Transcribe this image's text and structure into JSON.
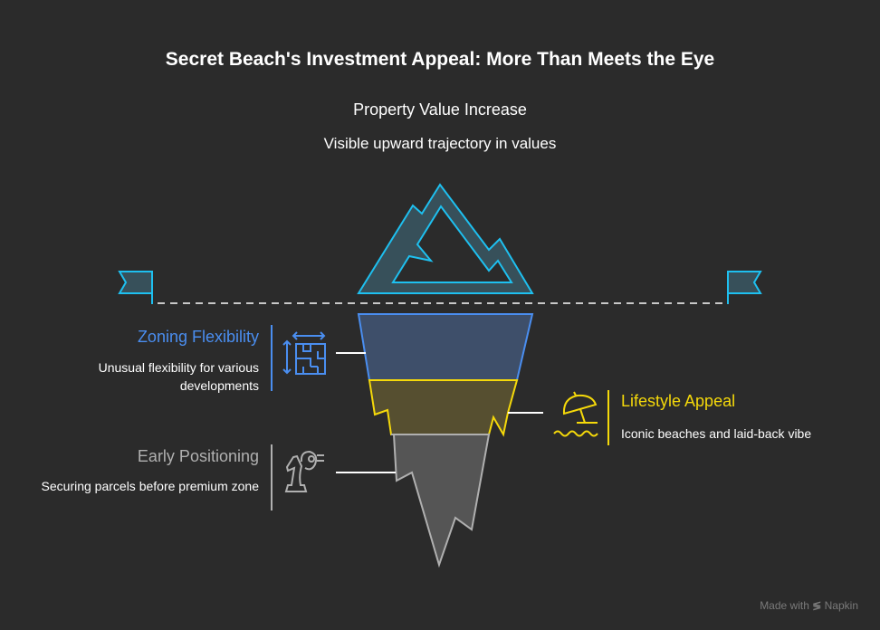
{
  "title": "Secret Beach's Investment Appeal: More Than Meets the Eye",
  "top": {
    "heading": "Property Value Increase",
    "description": "Visible upward trajectory in values",
    "color": "#1ec0f0"
  },
  "layers": [
    {
      "heading": "Zoning Flexibility",
      "description": "Unusual flexibility for various developments",
      "color": "#4a8ef0",
      "icon": "floorplan-resize-icon"
    },
    {
      "heading": "Lifestyle Appeal",
      "description": "Iconic beaches and laid-back vibe",
      "color": "#f5d90a",
      "icon": "beach-umbrella-icon"
    },
    {
      "heading": "Early Positioning",
      "description": "Securing parcels before premium zone",
      "color": "#b0b0b0",
      "icon": "chess-knight-icon"
    }
  ],
  "footer": {
    "made_with": "Made with",
    "brand": "Napkin"
  }
}
